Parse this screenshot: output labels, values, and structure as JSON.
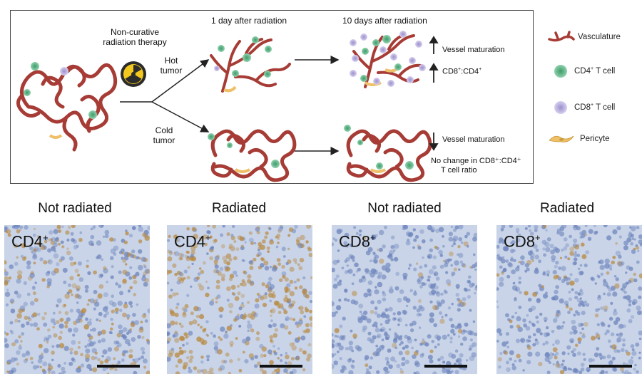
{
  "schematic": {
    "therapy_label_line1": "Non-curative",
    "therapy_label_line2": "radiation therapy",
    "hot_line1": "Hot",
    "hot_line2": "tumor",
    "cold_line1": "Cold",
    "cold_line2": "tumor",
    "day1_label": "1 day after radiation",
    "day10_label": "10 days after radiation",
    "hot_outcome1": "Vessel maturation",
    "hot_outcome2_main": "CD8",
    "hot_outcome2_sup1": "+",
    "hot_outcome2_mid": ":CD4",
    "hot_outcome2_sup2": "+",
    "cold_outcome1": "Vessel maturation",
    "cold_outcome2_line1": "No change in CD8⁺:CD4⁺",
    "cold_outcome2_line2": "T cell ratio"
  },
  "legend": {
    "vasculature": "Vasculature",
    "cd4_main": "CD4",
    "cd4_sup": "+",
    "cd4_rest": " T cell",
    "cd8_main": "CD8",
    "cd8_sup": "+",
    "cd8_rest": " T cell",
    "pericyte": "Pericyte"
  },
  "panels": [
    {
      "title": "Not radiated",
      "marker": "CD4",
      "sup": "+"
    },
    {
      "title": "Radiated",
      "marker": "CD4",
      "sup": "+"
    },
    {
      "title": "Not radiated",
      "marker": "CD8",
      "sup": "+"
    },
    {
      "title": "Radiated",
      "marker": "CD8",
      "sup": "+"
    }
  ],
  "colors": {
    "vessel": "#a63c35",
    "cd4_cell": "#5fb585",
    "cd8_cell": "#b8addb",
    "pericyte": "#efc06a",
    "tissue_bg": "#c9d4e8",
    "nucleus": "#6f86bd",
    "stain": "#b98a42"
  }
}
